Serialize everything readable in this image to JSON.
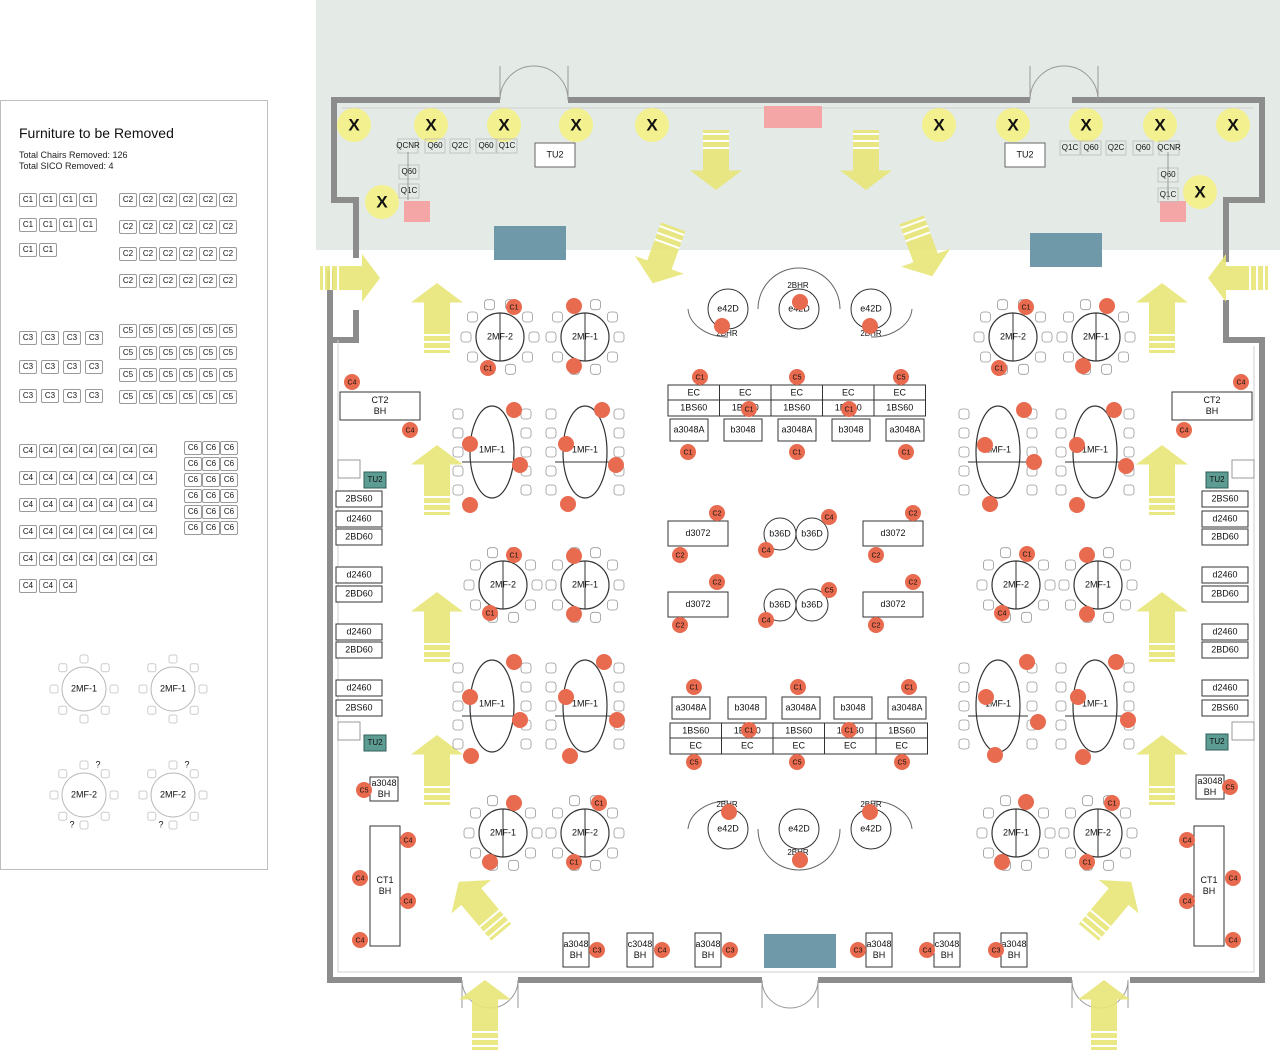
{
  "legend": {
    "title": "Furniture to be Removed",
    "total_chairs": "Total Chairs Removed: 126",
    "total_sico": "Total SICO Removed: 4",
    "groups": [
      {
        "code": "C1",
        "count": 10,
        "cols": 4
      },
      {
        "code": "C2",
        "count": 24,
        "cols": 6
      },
      {
        "code": "C3",
        "count": 12,
        "cols": 4
      },
      {
        "code": "C5",
        "count": 24,
        "cols": 6
      },
      {
        "code": "C4",
        "count": 38,
        "cols": 7
      },
      {
        "code": "C6",
        "count": 18,
        "cols": 3
      }
    ],
    "tables": [
      {
        "label": "2MF-1"
      },
      {
        "label": "2MF-1"
      },
      {
        "label": "2MF-2"
      },
      {
        "label": "2MF-2"
      }
    ],
    "unknown_mark": "?"
  },
  "plan": {
    "furniture_labels": {
      "round_2mf1": "2MF-1",
      "round_2mf2": "2MF-2",
      "oval_1mf1": "1MF-1",
      "ec": "EC",
      "bs60": "1BS60",
      "a3048a": "a3048A",
      "b3048": "b3048",
      "d3072": "d3072",
      "b36d": "b36D",
      "e42d": "e42D",
      "bhr": "2BHR",
      "ct2": "CT2",
      "ct1": "CT1",
      "bh": "BH",
      "tu2": "TU2",
      "bs60_side": "2BS60",
      "d2460": "d2460",
      "bd60": "2BD60",
      "a3048": "a3048",
      "c3048": "c3048",
      "q60": "Q60",
      "q2c": "Q2C",
      "q1c": "Q1C",
      "qcnr": "QCNR",
      "remove_mark": "X"
    },
    "chair_codes": [
      "C1",
      "C2",
      "C3",
      "C4",
      "C5"
    ],
    "colors": {
      "removed_chair": "#e86a4f",
      "arrow": "#e8e678",
      "exterior": "#e4ebe6",
      "teal_block": "#6f98a8",
      "pink_block": "#f4a5a5",
      "tu2_fill": "#5d9c93",
      "x_circle": "#f2f08a"
    }
  }
}
